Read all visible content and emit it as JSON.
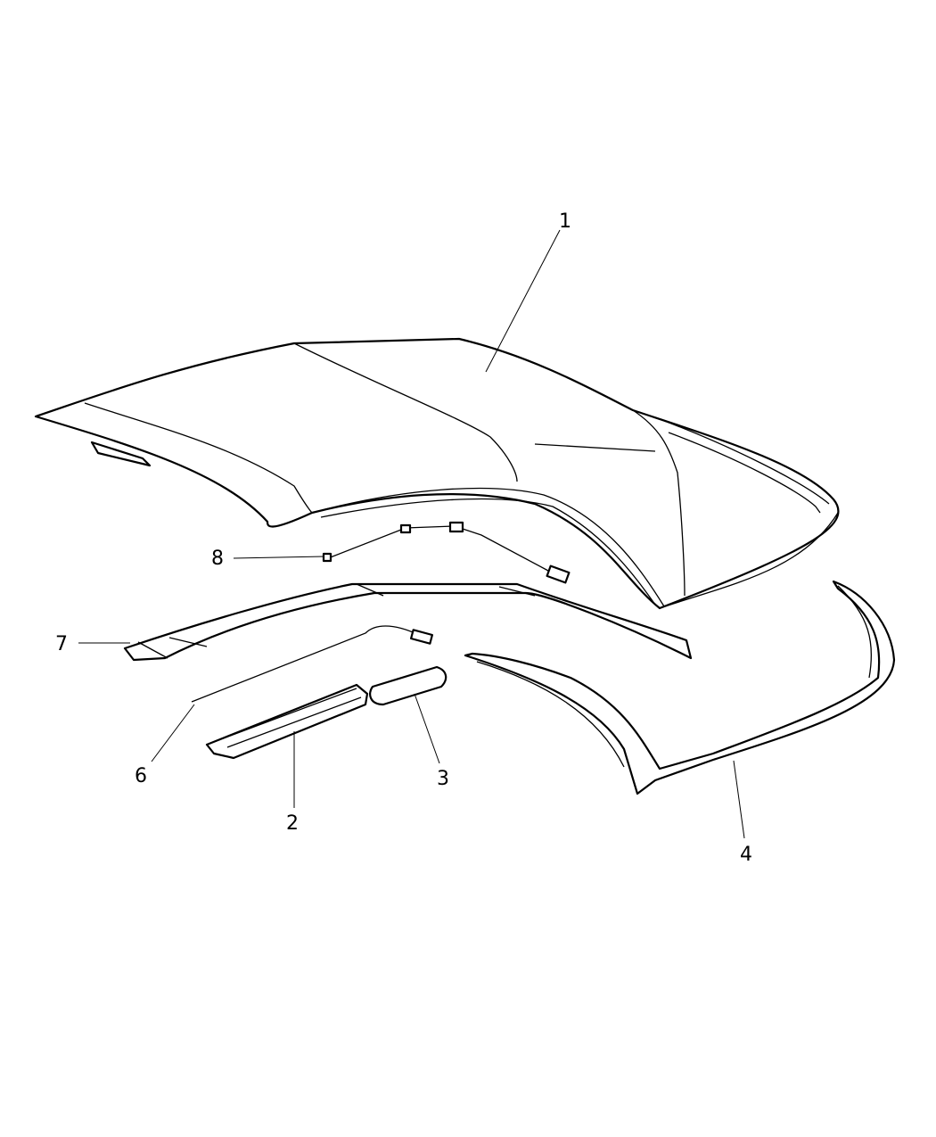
{
  "callouts": [
    {
      "id": "1",
      "label": "1"
    },
    {
      "id": "2",
      "label": "2"
    },
    {
      "id": "3",
      "label": "3"
    },
    {
      "id": "4",
      "label": "4"
    },
    {
      "id": "6",
      "label": "6"
    },
    {
      "id": "7",
      "label": "7"
    },
    {
      "id": "8",
      "label": "8"
    }
  ]
}
